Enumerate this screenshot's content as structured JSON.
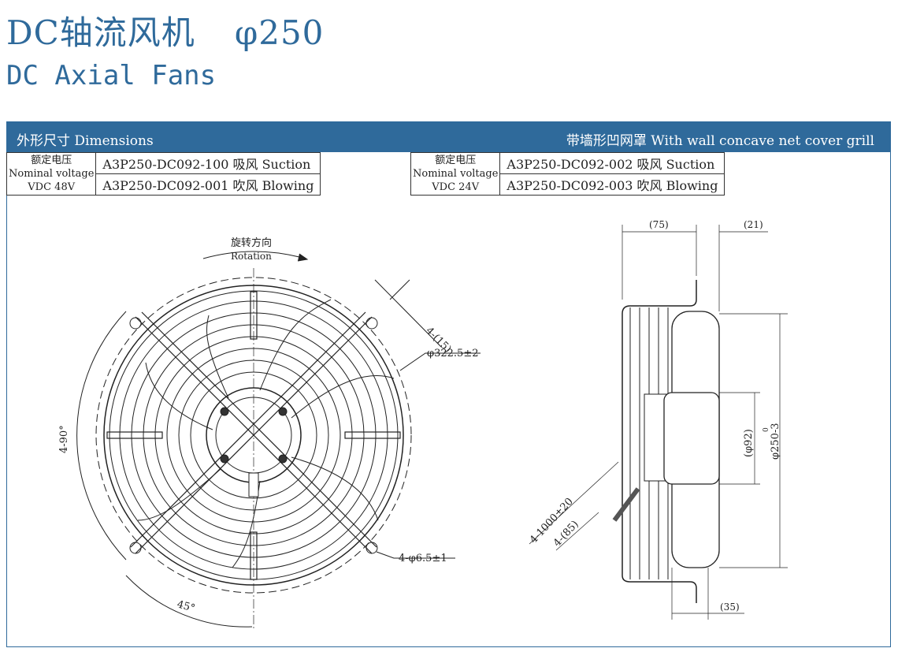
{
  "title": {
    "cn": "DC轴流风机",
    "size": "φ250",
    "en": "DC Axial Fans"
  },
  "band": {
    "left": "外形尺寸 Dimensions",
    "right": "带墙形凹网罩 With wall concave net cover grill"
  },
  "tables": [
    {
      "voltage_cn": "额定电压",
      "voltage_en": "Nominal voltage",
      "voltage": "VDC 48V",
      "rows": [
        "A3P250-DC092-100 吸风 Suction",
        "A3P250-DC092-001 吹风 Blowing"
      ]
    },
    {
      "voltage_cn": "额定电压",
      "voltage_en": "Nominal voltage",
      "voltage": "VDC 24V",
      "rows": [
        "A3P250-DC092-002 吸风 Suction",
        "A3P250-DC092-003 吹风 Blowing"
      ]
    }
  ],
  "front_view": {
    "rotation_cn": "旋转方向",
    "rotation_en": "Rotation",
    "slot": "4-(15)",
    "bolt_circle": "φ322.5±2",
    "angle_4": "4-90°",
    "angle_45": "45°",
    "holes": "4-φ6.5±1"
  },
  "side_view": {
    "d75": "(75)",
    "d21": "(21)",
    "d92": "(φ92)",
    "d250": "φ250-3",
    "d250_tol": "0",
    "cable": "4-1000±20",
    "cable_end": "4-(85)",
    "d35": "(35)"
  }
}
